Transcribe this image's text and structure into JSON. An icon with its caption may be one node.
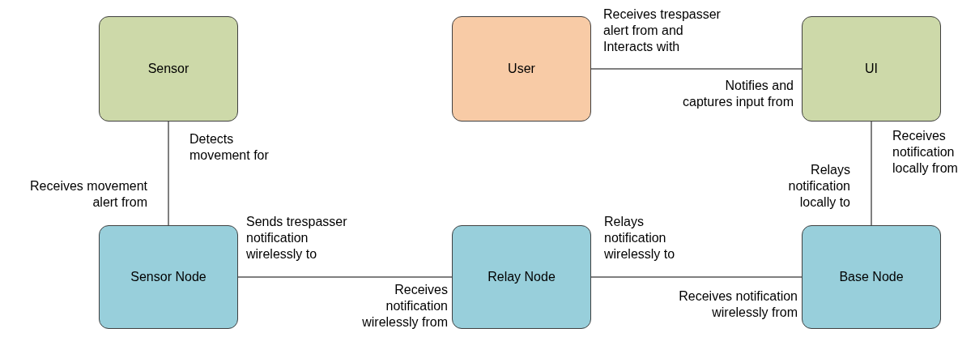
{
  "diagram": {
    "nodes": [
      {
        "text": [
          "Sensor"
        ]
      },
      {
        "text": [
          "User"
        ]
      },
      {
        "text": [
          "UI"
        ]
      },
      {
        "text": [
          "Sensor Node"
        ]
      },
      {
        "text": [
          "Relay Node"
        ]
      },
      {
        "text": [
          "Base Node"
        ]
      }
    ],
    "edges": [
      {
        "from": 1,
        "to": 2,
        "arrow": "none"
      },
      {
        "from": 0,
        "to": 3,
        "arrow": "none"
      },
      {
        "from": 2,
        "to": 5,
        "arrow": "none"
      },
      {
        "from": 3,
        "to": 4,
        "arrow": "none"
      },
      {
        "from": 4,
        "to": 5,
        "arrow": "none"
      }
    ],
    "labels": [
      "Receives trespasser alert from and Interacts with",
      "Notifies and captures input from",
      "Receives notification locally from",
      "Detects movement for",
      "Relays notification locally to",
      "Receives movement alert from",
      "Sends trespasser notification wirelessly to",
      "Relays notification wirelessly to",
      "Receives notification wirelessly from",
      "Receives notification wirelessly from"
    ]
  }
}
